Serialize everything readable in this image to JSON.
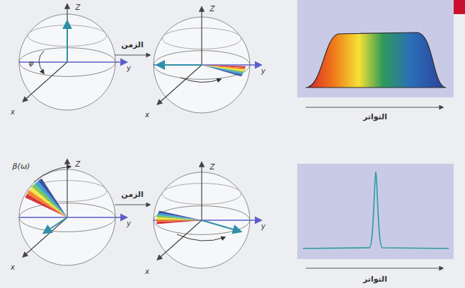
{
  "diagram": {
    "labels": [
      "Z",
      "y",
      "x",
      "φ",
      "الزمن",
      "Z",
      "y",
      "x",
      "التواتر",
      "β(ω)",
      "Z",
      "y",
      "x",
      "الزمن",
      "Z",
      "y",
      "x",
      "التواتر"
    ]
  }
}
